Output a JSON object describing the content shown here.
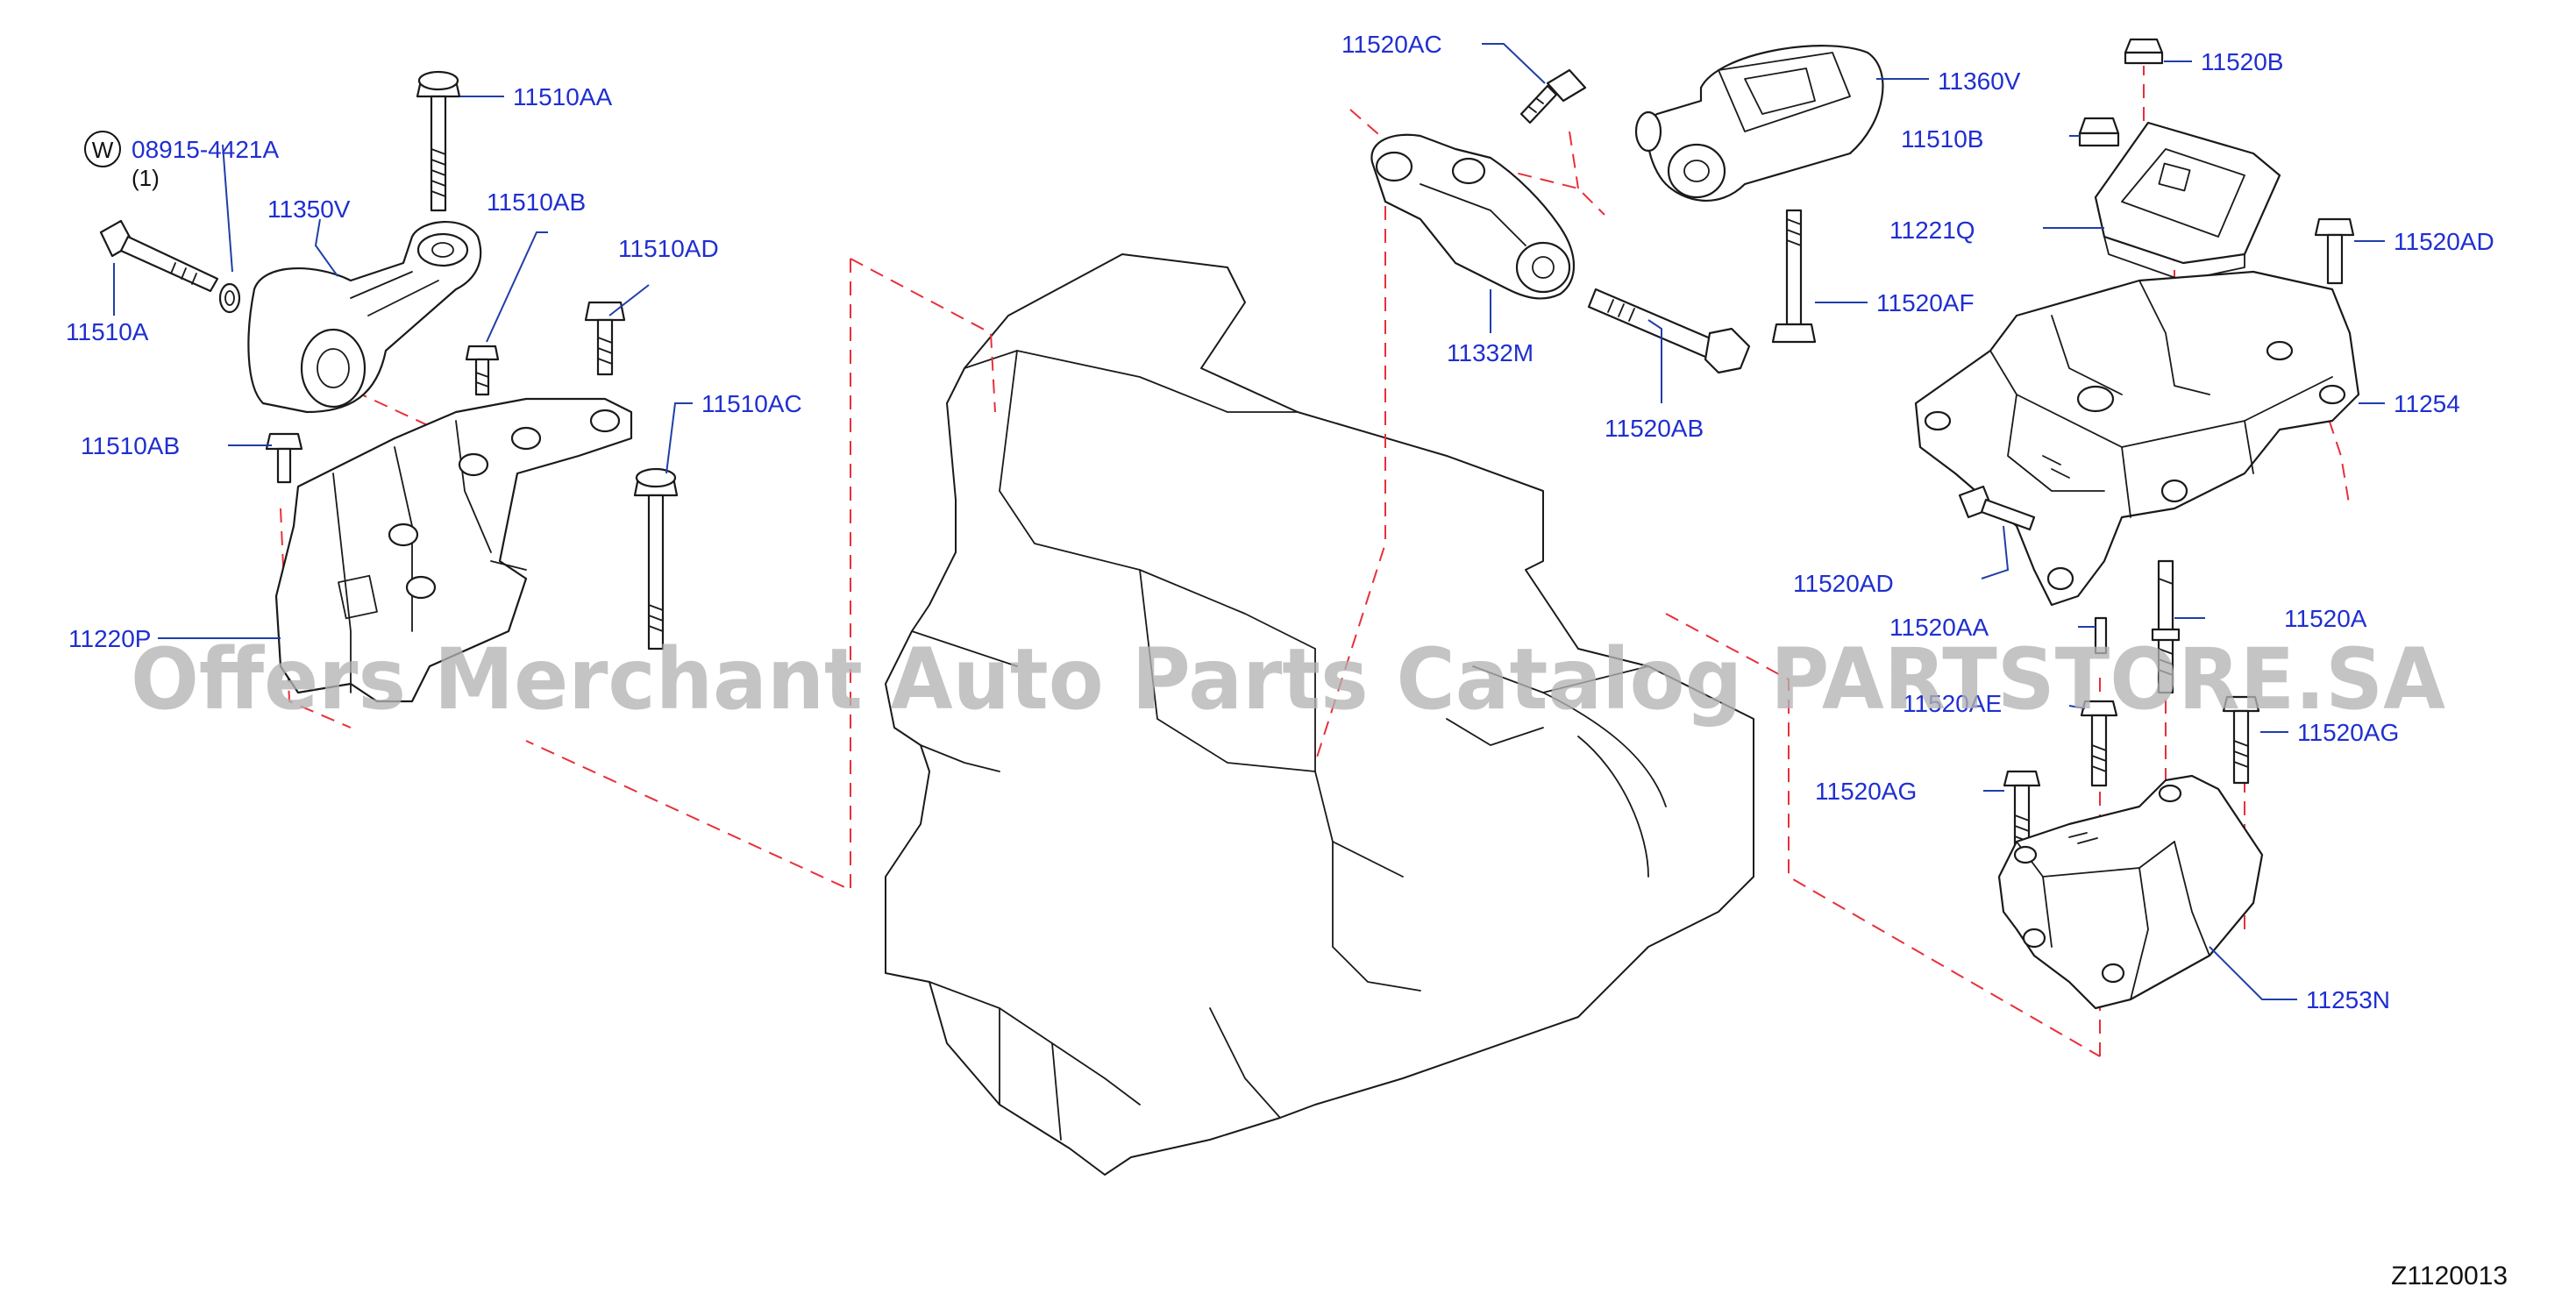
{
  "labels": {
    "l_08915": "08915-4421A",
    "l_qty": "(1)",
    "l_w": "W",
    "l_11510AA": "11510AA",
    "l_11350V": "11350V",
    "l_11510AB_a": "11510AB",
    "l_11510AD": "11510AD",
    "l_11510A": "11510A",
    "l_11510AC": "11510AC",
    "l_11510AB_b": "11510AB",
    "l_11220P": "11220P",
    "l_11520AC": "11520AC",
    "l_11360V": "11360V",
    "l_11332M": "11332M",
    "l_11520AB": "11520AB",
    "l_11520B": "11520B",
    "l_11510B": "11510B",
    "l_11221Q": "11221Q",
    "l_11520AD_a": "11520AD",
    "l_11520AF": "11520AF",
    "l_11254": "11254",
    "l_11520AD_b": "11520AD",
    "l_11520AA": "11520AA",
    "l_11520A": "11520A",
    "l_11520AE": "11520AE",
    "l_11520AG_a": "11520AG",
    "l_11520AG_b": "11520AG",
    "l_11253N": "11253N"
  },
  "diagram_code": "Z1120013",
  "watermark": "Offers Merchant Auto Parts Catalog PARTSTORE.SA",
  "colors": {
    "label": "#1f2fd0",
    "dash": "#e8303a",
    "line": "#1a1a1a",
    "watermark": "#b4b4b4"
  }
}
